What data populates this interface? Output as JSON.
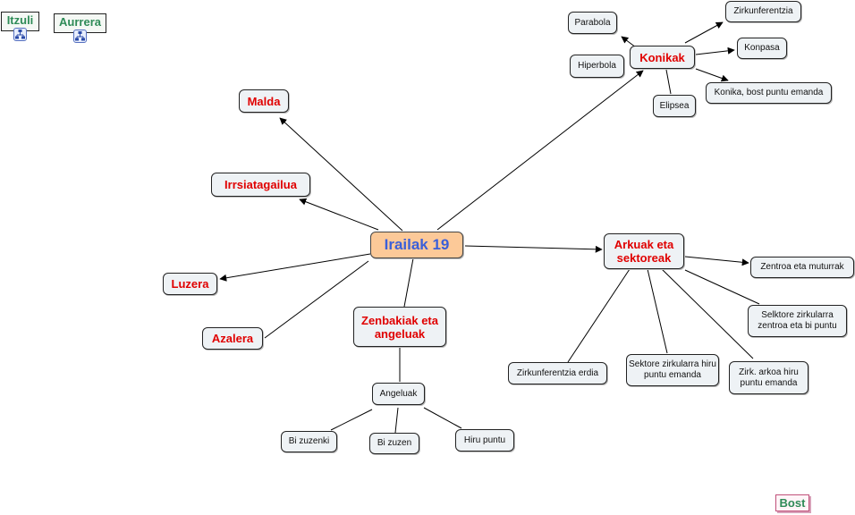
{
  "nav": {
    "back_label": "Itzuli",
    "forward_label": "Aurrera",
    "next_label": "Bost",
    "icon": "concept-map-icon"
  },
  "map": {
    "center": "Irailak 19",
    "topics": {
      "malda": "Malda",
      "irrsiatagailua": "Irrsiatagailua",
      "luzera": "Luzera",
      "azalera": "Azalera",
      "zenbakiak": "Zenbakiak eta angeluak",
      "arkuak": "Arkuak eta sektoreak",
      "konikak": "Konikak"
    },
    "konikak_children": {
      "parabola": "Parabola",
      "hiperbola": "Hiperbola",
      "elipsea": "Elipsea",
      "zirkunferentzia": "Zirkunferentzia",
      "konpasa": "Konpasa",
      "bost_puntu": "Konika, bost puntu emanda"
    },
    "arkuak_children": {
      "zentroa": "Zentroa eta muturrak",
      "sektore_zentroa": "Selktore zirkularra zentroa eta bi puntu",
      "zirk_erdia": "Zirkunferentzia erdia",
      "sektore_hiru": "Sektore zirkularra hiru puntu emanda",
      "zirk_arkoa": "Zirk. arkoa hiru puntu emanda"
    },
    "zenbakiak_children": {
      "angeluak": "Angeluak"
    },
    "angeluak_children": {
      "bi_zuzenki": "Bi zuzenki",
      "bi_zuzen": "Bi zuzen",
      "hiru_puntu": "Hiru puntu"
    }
  }
}
